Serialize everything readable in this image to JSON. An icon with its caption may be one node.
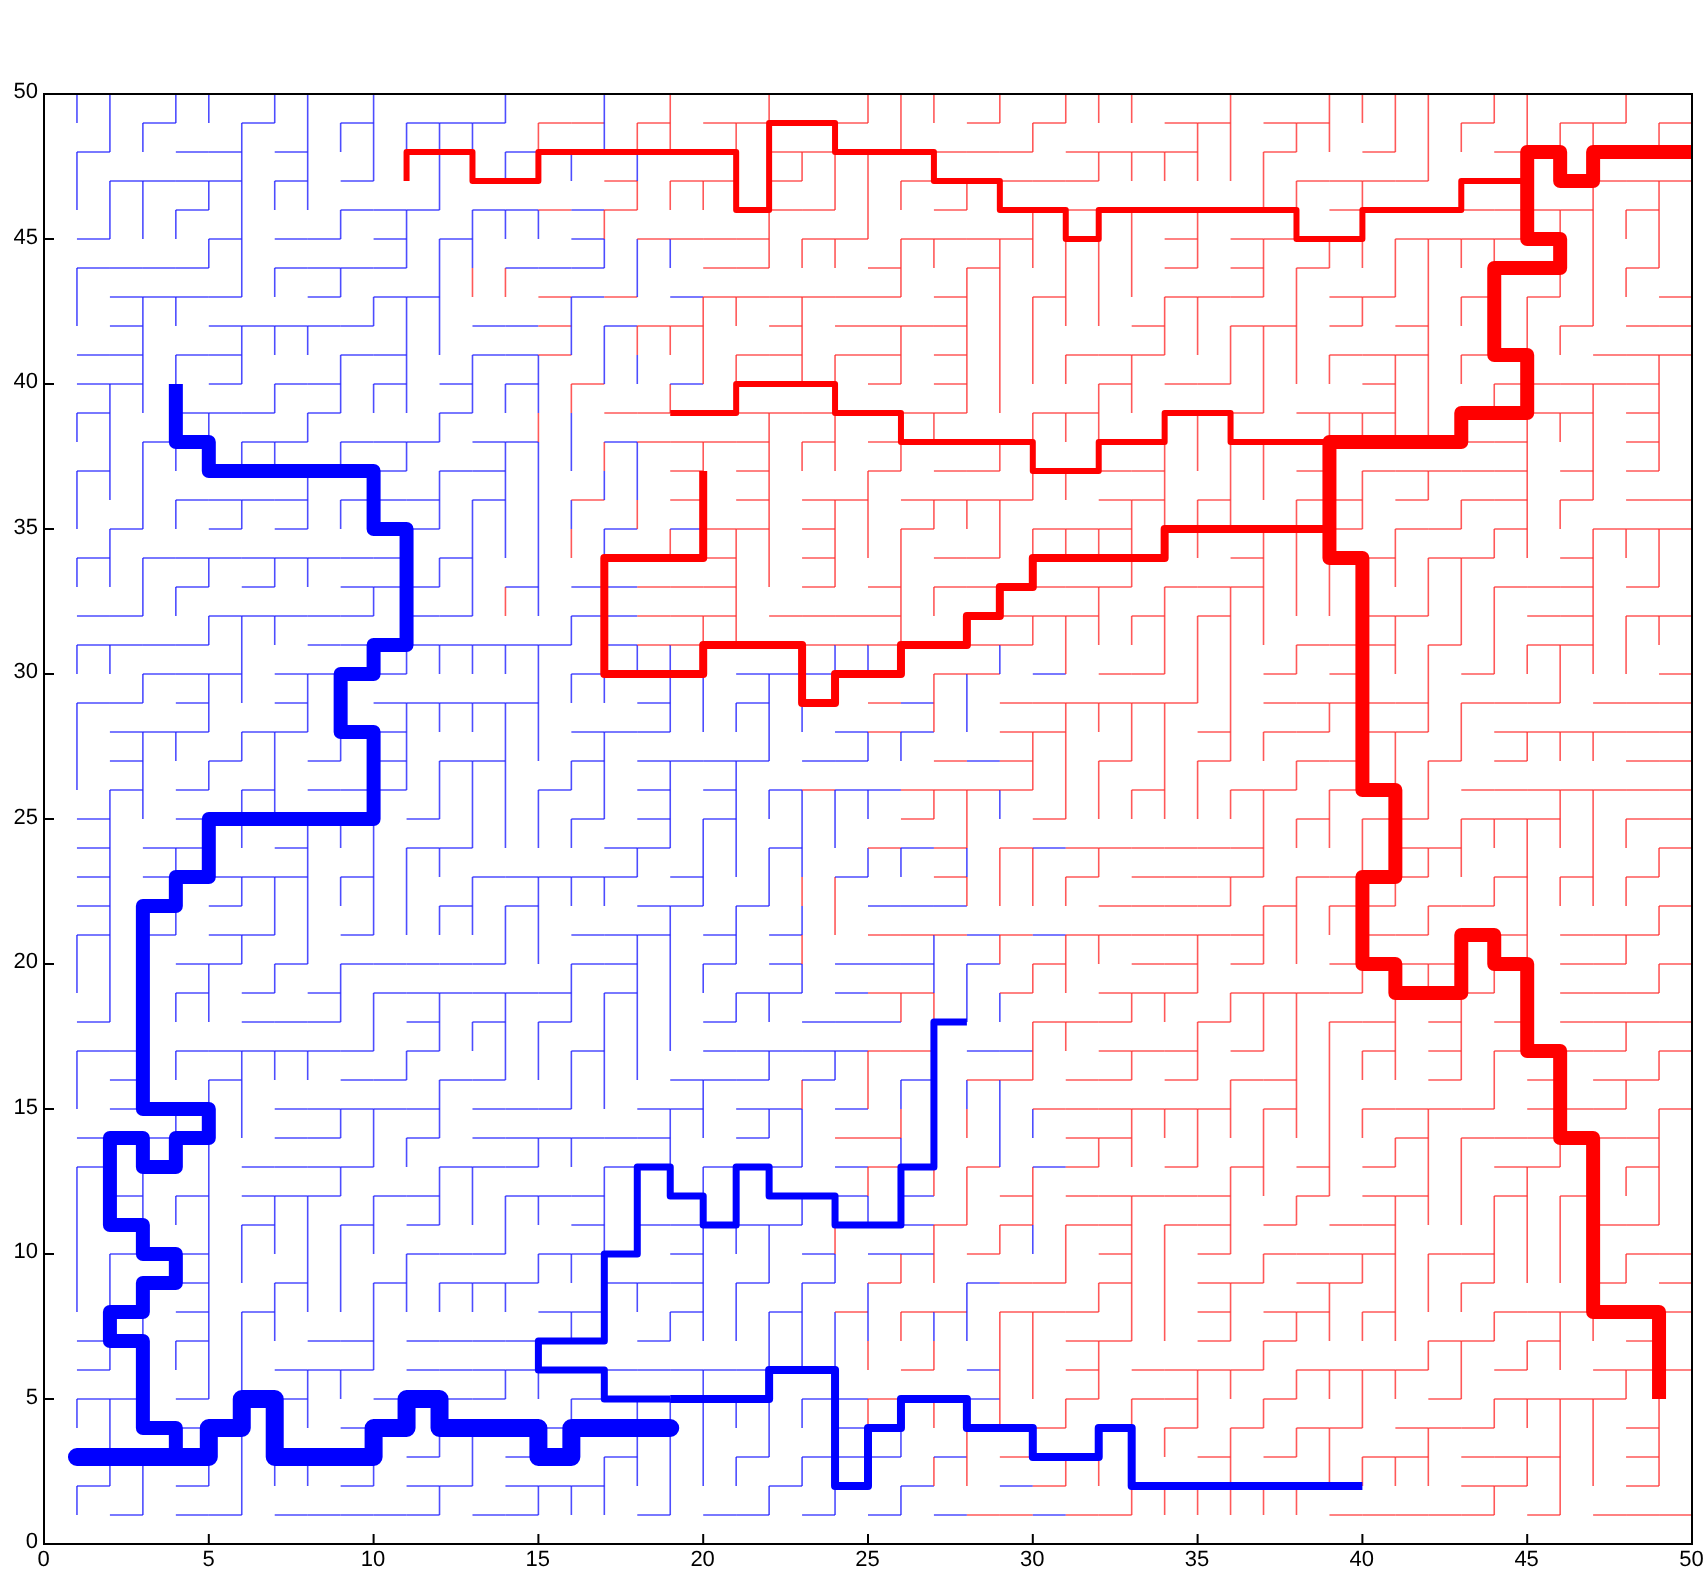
{
  "diagram": {
    "labels": [
      "50",
      "45",
      "40",
      "35",
      "30",
      "25",
      "20",
      "15",
      "10",
      "5",
      "0",
      "0",
      "5",
      "10",
      "15",
      "20",
      "25",
      "30",
      "35",
      "40",
      "45",
      "50"
    ]
  }
}
